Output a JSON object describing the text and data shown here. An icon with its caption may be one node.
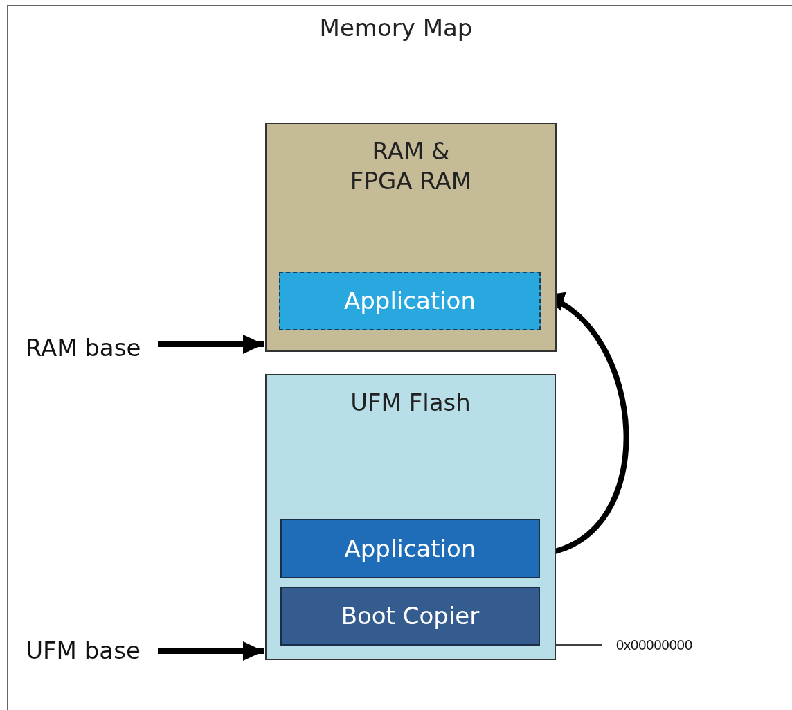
{
  "diagram": {
    "title": "Memory Map",
    "nodes": [
      {
        "text": [
          "RAM & FPGA RAM"
        ]
      },
      {
        "text": [
          "Application"
        ],
        "in": 0
      },
      {
        "text": [
          "UFM Flash"
        ]
      },
      {
        "text": [
          "Application"
        ],
        "in": 2
      },
      {
        "text": [
          "Boot Copier"
        ],
        "in": 2
      },
      {
        "text": [
          "RAM base"
        ]
      },
      {
        "text": [
          "UFM base"
        ]
      },
      {
        "text": [
          "0x00000000"
        ]
      }
    ],
    "edges": [
      {
        "from": 3,
        "to": 1,
        "arrow": "to"
      },
      {
        "from": 5,
        "to": 0,
        "arrow": "to"
      },
      {
        "from": 6,
        "to": 2,
        "arrow": "to"
      },
      {
        "from": 7,
        "to": 2,
        "arrow": "none"
      }
    ]
  }
}
